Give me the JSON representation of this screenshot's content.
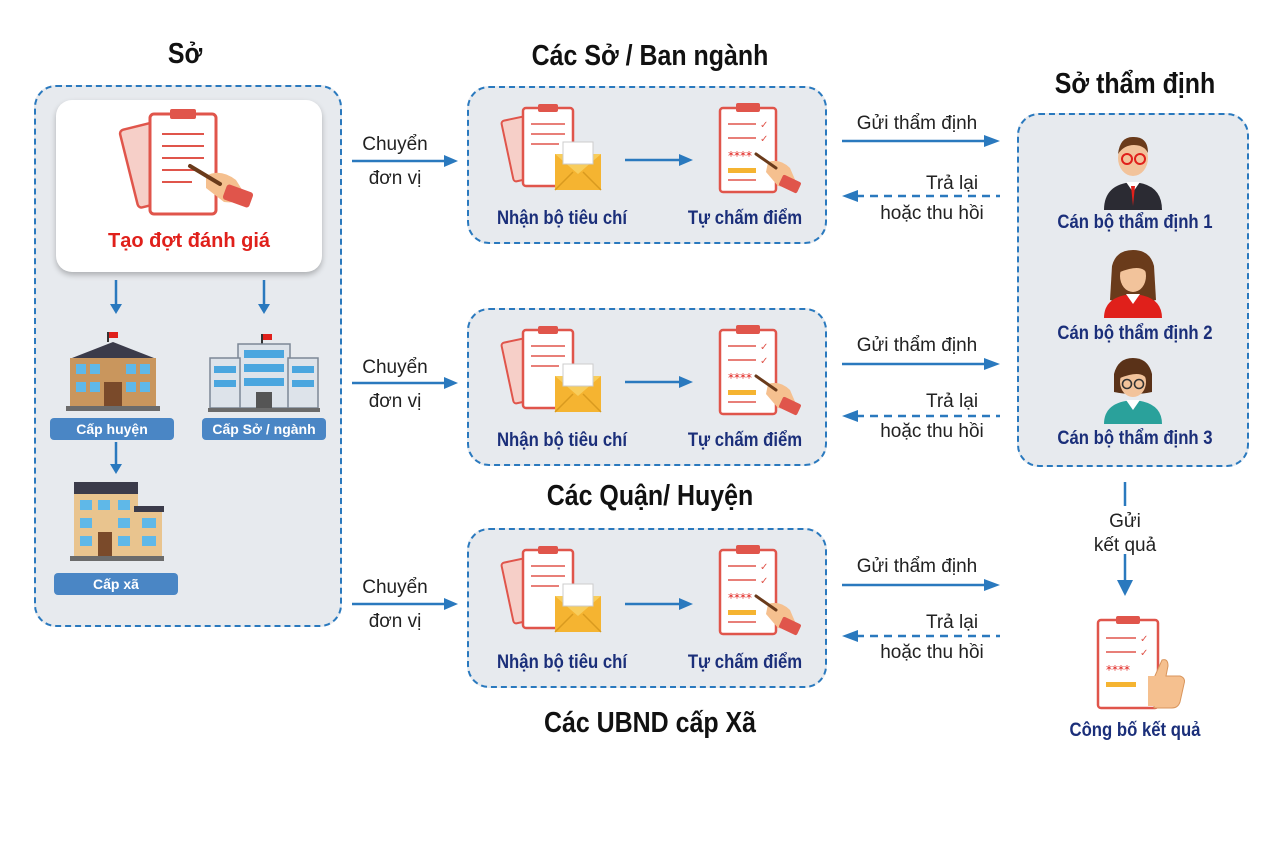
{
  "columns": {
    "so_title": "Sở",
    "departments_title": "Các Sở / Ban ngành",
    "districts_title": "Các Quận/ Huyện",
    "communes_title": "Các UBND cấp Xã",
    "appraisal_title": "Sở thẩm định"
  },
  "so_panel": {
    "create_label": "Tạo đợt đánh giá",
    "levels": [
      "Cấp huyện",
      "Cấp Sở / ngành",
      "Cấp xã"
    ]
  },
  "transfer_label": [
    "Chuyển",
    "đơn vị"
  ],
  "unit_steps": [
    "Nhận bộ tiêu chí",
    "Tự chấm điểm"
  ],
  "send_label": "Gửi thẩm định",
  "return_label": [
    "Trả lại",
    "hoặc thu hồi"
  ],
  "appraisers": [
    "Cán bộ thẩm định 1",
    "Cán bộ thẩm định 2",
    "Cán bộ thẩm định 3"
  ],
  "send_result_label": [
    "Gửi",
    "kết quả"
  ],
  "publish_label": "Công bố kết quả",
  "colors": {
    "accent_blue": "#2a79be",
    "label_navy": "#1b2f7a",
    "highlight_red": "#e0201b",
    "panel_gray": "#e7eaee",
    "tag_blue": "#4a86c5"
  }
}
